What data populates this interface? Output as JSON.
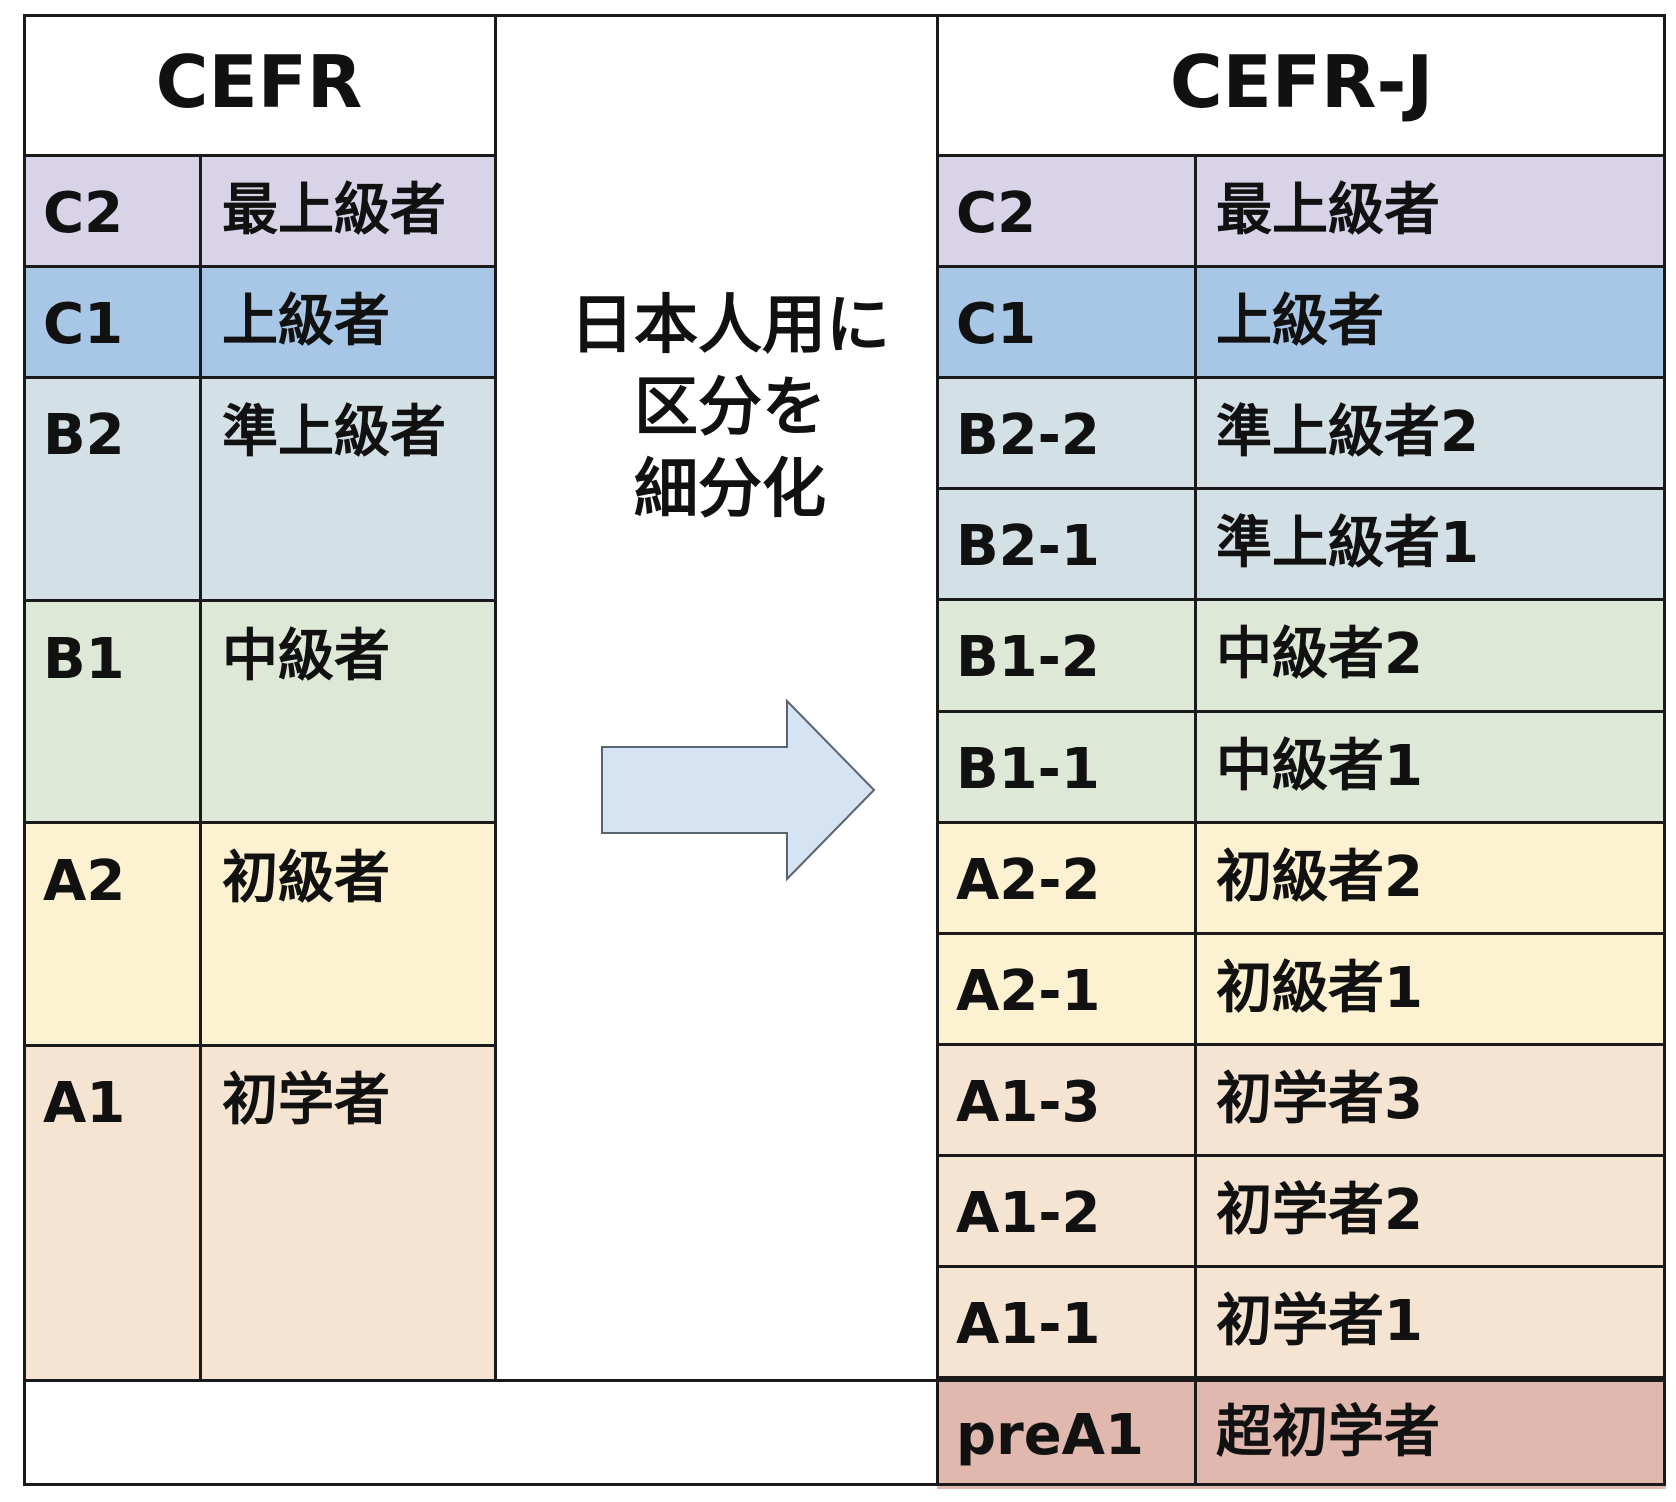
{
  "left_table": {
    "title": "CEFR",
    "rows": [
      {
        "code": "C2",
        "label": "最上級者",
        "color": "#d9d3e8"
      },
      {
        "code": "C1",
        "label": "上級者",
        "color": "#a8c6e6"
      },
      {
        "code": "B2",
        "label": "準上級者",
        "color": "#d3e0e6"
      },
      {
        "code": "B1",
        "label": "中級者",
        "color": "#dde9d6"
      },
      {
        "code": "A2",
        "label": "初級者",
        "color": "#fcf1d0"
      },
      {
        "code": "A1",
        "label": "初学者",
        "color": "#f6e4d3"
      }
    ]
  },
  "middle": {
    "lines": [
      "日本人用に",
      "区分を",
      "細分化"
    ],
    "arrow_color": "#d5e3f2",
    "arrow_icon": "right-arrow-icon"
  },
  "right_table": {
    "title": "CEFR-J",
    "rows": [
      {
        "code": "C2",
        "label": "最上級者",
        "color": "#d9d3e8"
      },
      {
        "code": "C1",
        "label": "上級者",
        "color": "#a8c6e6"
      },
      {
        "code": "B2-2",
        "label": "準上級者2",
        "color": "#d3e0e6"
      },
      {
        "code": "B2-1",
        "label": "準上級者1",
        "color": "#d3e0e6"
      },
      {
        "code": "B1-2",
        "label": "中級者2",
        "color": "#dde9d6"
      },
      {
        "code": "B1-1",
        "label": "中級者1",
        "color": "#dde9d6"
      },
      {
        "code": "A2-2",
        "label": "初級者2",
        "color": "#fcf1d0"
      },
      {
        "code": "A2-1",
        "label": "初級者1",
        "color": "#fcf1d0"
      },
      {
        "code": "A1-3",
        "label": "初学者3",
        "color": "#f6e4d3"
      },
      {
        "code": "A1-2",
        "label": "初学者2",
        "color": "#f6e4d3"
      },
      {
        "code": "A1-1",
        "label": "初学者1",
        "color": "#f6e4d3"
      },
      {
        "code": "preA1",
        "label": "超初学者",
        "color": "#e0b8ae"
      }
    ]
  }
}
